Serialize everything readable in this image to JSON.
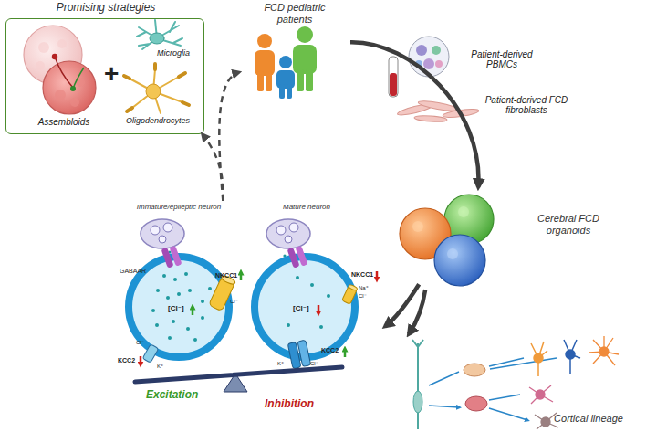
{
  "diagram": {
    "nodes": [
      {
        "text": [
          "Promising strategies"
        ]
      },
      {
        "text": [
          "FCD pediatric patients"
        ]
      },
      {
        "text": [
          "Cerebral FCD organoids"
        ]
      },
      {
        "text": [
          "Immature/epileptic neuron",
          "Mature neuron"
        ]
      },
      {
        "text": [
          "Cortical lineage"
        ]
      }
    ],
    "edges": [
      {
        "from": 1,
        "to": 2,
        "arrow": "to"
      },
      {
        "from": 2,
        "to": 3,
        "arrow": "to"
      },
      {
        "from": 2,
        "to": 4,
        "arrow": "to"
      },
      {
        "from": 3,
        "to": 0,
        "arrow": "to"
      },
      {
        "from": 3,
        "to": 1,
        "arrow": "to"
      }
    ],
    "labels": [
      "Assembloids",
      "+",
      "Microglia",
      "Oligodendrocytes",
      "Patient-derived PBMCs",
      "Patient-derived FCD fibroblasts",
      "GABAAR",
      "NKCC1",
      "[Cl⁻]",
      "KCC2",
      "Cl⁻",
      "K⁺",
      "Cl⁻",
      "NKCC1",
      "[Cl⁻]",
      "KCC2",
      "Na⁺",
      "Cl⁻",
      "K⁺",
      "Cl⁻",
      "Excitation",
      "Inhibition"
    ]
  }
}
